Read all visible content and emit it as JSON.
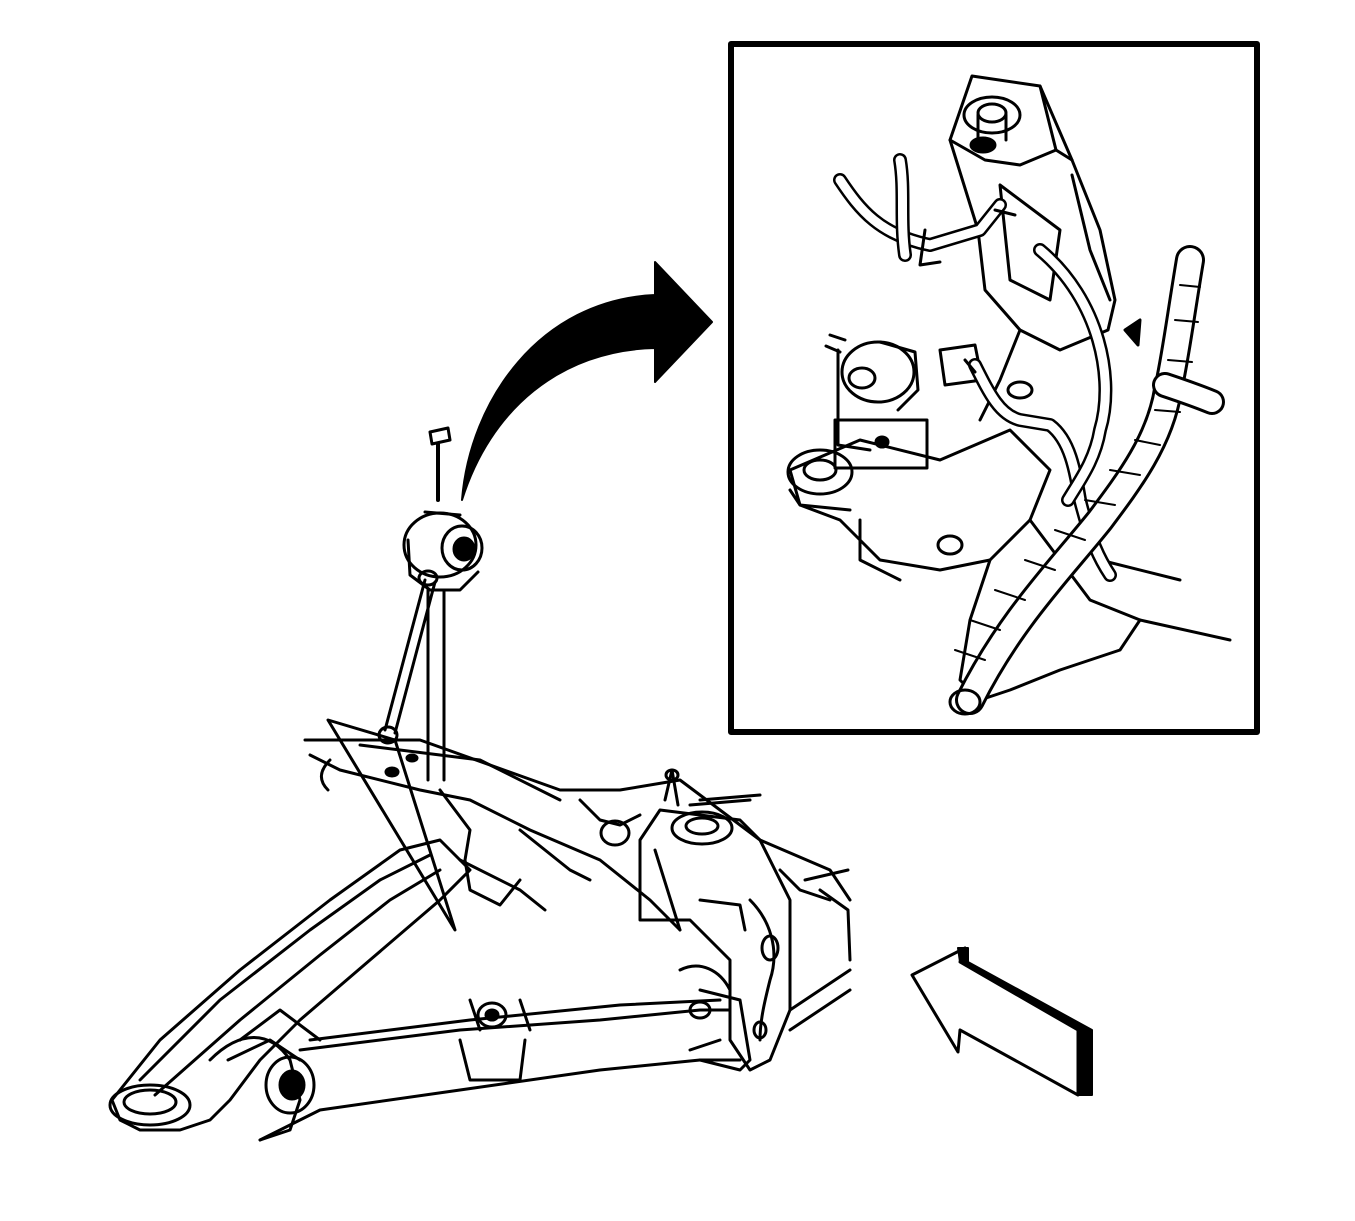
{
  "colors": {
    "background": "#ffffff",
    "ink": "#000000"
  },
  "figure": {
    "type": "technical-line-drawing",
    "subject": "lower-control-arm-with-height-sensor",
    "callout_arrow_icon": "curved-arrow-icon",
    "view_direction_icon": "hollow-arrow-icon",
    "inset": "detail-view-of-sensor-and-wiring-harness"
  }
}
